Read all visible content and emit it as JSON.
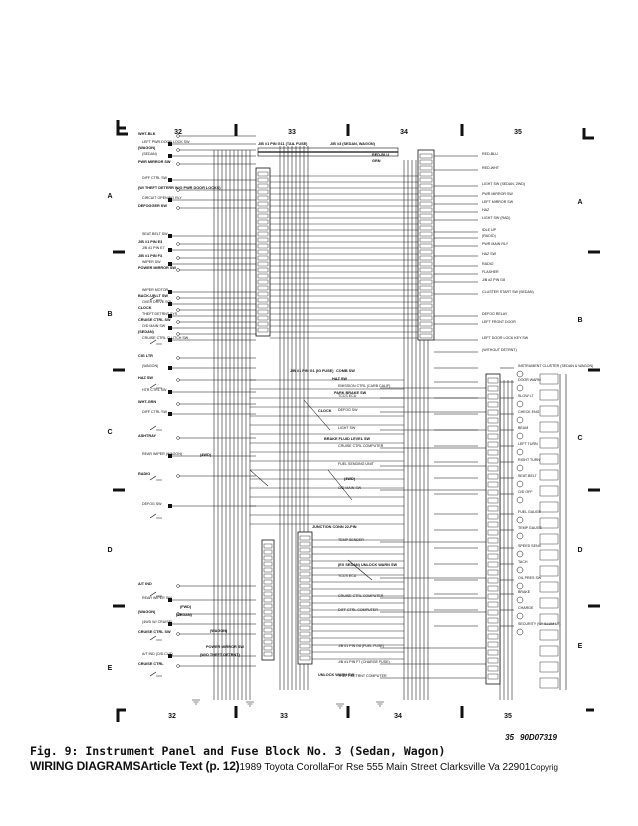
{
  "zones": {
    "top": [
      "32",
      "33",
      "34",
      "35"
    ],
    "bottom": [
      "32",
      "33",
      "34",
      "35"
    ]
  },
  "rows": {
    "left": [
      "A",
      "B",
      "C",
      "D",
      "E"
    ],
    "right": [
      "A",
      "B",
      "C",
      "D",
      "E"
    ]
  },
  "figure_code": "90D07319",
  "caption": "Fig. 9:  Instrument Panel and Fuse Block No. 3 (Sedan, Wagon)",
  "footer": {
    "part1": "WIRING DIAGRAMSArticle Text (p. 12)",
    "part2": "1989 Toyota CorollaFor Rse 555 Main Street Clarksville Va 22901",
    "part3": "Copyrig"
  },
  "left_labels": [
    "WHT-BLK",
    "LEFT PWR DOOR LOCK SW",
    "(WAGON)",
    "(SEDAN)",
    "PWR MIRROR SW",
    "DIFF CTRL SW",
    "(W/ THEFT DETERR W/O PWR DOOR LOCKS)",
    "CIRCUIT OPENING RLY",
    "DEFOGGER SW",
    "SEAT BELT SW",
    "J/B #1 PIN E3",
    "J/B #1 PIN E7",
    "J/B #1 PIN F3",
    "WIPER SW",
    "POWER MIRROR SW",
    "WIPER MOTOR",
    "BACK-UP LT SW",
    "OVER DRIVE SOL",
    "CLOCK",
    "THEFT DETRNT SYS",
    "CRUISE CTRL SW",
    "O/D MAIN SW",
    "(SEDAN)",
    "CRUISE CTRL CLUTCH SW",
    "CIG LTR",
    "(WAGON)",
    "HAZ SW",
    "HTR CTRL SW",
    "WHT-GRN",
    "DIFF CTRL SW",
    "ASHTRAY",
    "REAR WIPER (WAGON)",
    "RADIO",
    "DEFOG SW",
    "A/T IND",
    "REAR WIPER SW",
    "(WAGON)",
    "(4WD W/ CRUISE)",
    "CRUISE CTRL SW",
    "A/T IND (O/D CUT)",
    "CRUISE CTRL"
  ],
  "center_labels": [
    "J/B #1 PIN G11 (TAIL FUSE)",
    "J/B #3 (SEDAN, WAGON)",
    "RED-BLU",
    "GRN",
    "J/B #1 PIN G1 (IG FUSE)",
    "COMB SW",
    "PARK BRAKE SW",
    "BRAKE FLUID LEVEL SW",
    "CLOCK",
    "JUNCTION CONN 22-PIN",
    "(EX SEDAN) UNLOCK WARN SW",
    "(W/O THEFT DETRNT)",
    "POWER MIRROR SW",
    "UNLOCK WARN SW",
    "HAZ SW",
    "(4WD)",
    "(SEDAN)",
    "(WAGON)",
    "(FWD)",
    "(4WD)"
  ],
  "right_labels": [
    "RED-BLU",
    "RED-WHT",
    "LIGHT SW (SEDAN, 2WD)",
    "PWR MIRROR SW",
    "LEFT MIRROR SW",
    "HAZ",
    "LIGHT SW (RAD)",
    "IDLE UP",
    "(RADIO)",
    "PWR MAIN RLY",
    "HAZ SW",
    "RADIO",
    "FLASHER",
    "J/B #2 PIN G8",
    "CLUSTER START SW (SEDAN)",
    "DEFOG RELAY",
    "LEFT FRONT DOOR",
    "LEFT DOOR LOCK KEY SW",
    "(WITHOUT DETRNT)",
    "INSTRUMENT CLUSTER (SEDAN & WAGON)",
    "DOOR WARN",
    "SLOW LT",
    "CHECK ENG",
    "BEAM",
    "LEFT TURN",
    "RIGHT TURN",
    "SEAT BELT",
    "O/D OFF",
    "FUEL GAUGE",
    "TEMP GAUGE",
    "SPEED SENS",
    "TACH",
    "OIL PRES SW",
    "BRAKE",
    "CHARGE",
    "SECURITY (W/ ILLUM LT)",
    "EMISSION CTRL (CARB CALIF)",
    "TCCS ECU",
    "DEFOG SW",
    "LIGHT SW",
    "CRUISE CTRL COMPUTER",
    "FUEL SENDING UNIT",
    "O/D MAIN SW",
    "TEMP SENDER",
    "TCCS ECU",
    "CRUISE CTRL COMPUTER",
    "DIFF CTRL COMPUTER",
    "J/B #1 PIN G8 (FUEL FUSE)",
    "J/B #1 PIN F7 (CHARGE FUSE)",
    "THEFT DETRNT COMPUTER"
  ]
}
